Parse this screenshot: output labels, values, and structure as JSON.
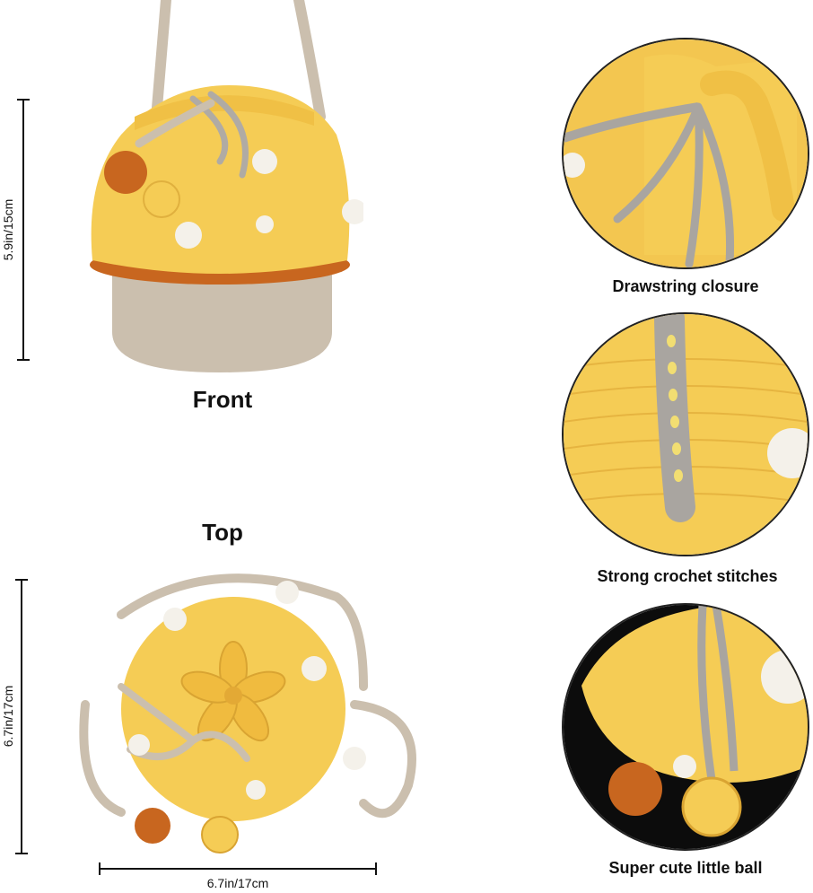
{
  "front": {
    "label": "Front",
    "height_dimension": "5.9in/15cm"
  },
  "top": {
    "label": "Top",
    "height_dimension": "6.7in/17cm",
    "width_dimension": "6.7in/17cm"
  },
  "details": [
    {
      "caption": "Drawstring closure"
    },
    {
      "caption": "Strong crochet stitches"
    },
    {
      "caption": "Super cute little ball"
    }
  ],
  "colors": {
    "yellow": "#f5cc55",
    "orange": "#c8661f",
    "beige": "#cbbfae",
    "gray": "#a9a5a0",
    "white_ball": "#f4f1ea"
  }
}
